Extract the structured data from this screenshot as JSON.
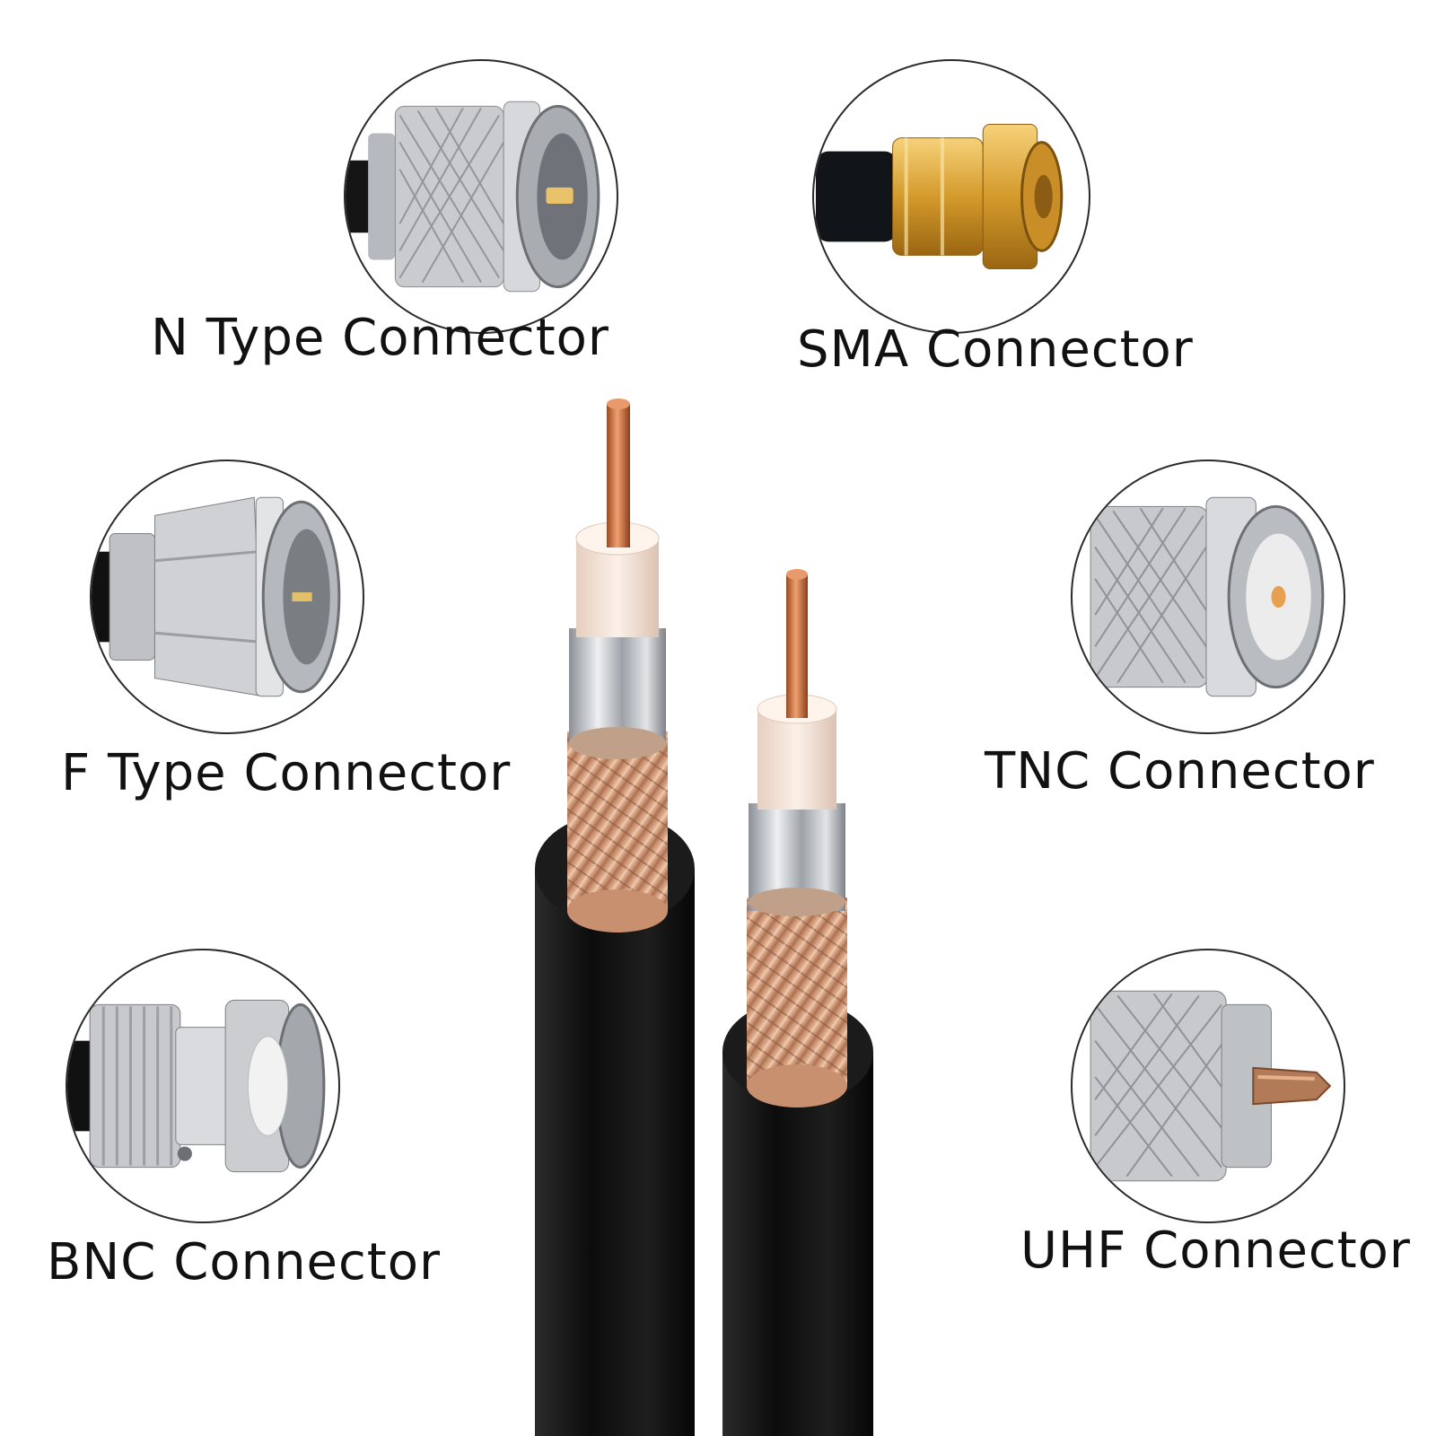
{
  "connectors": [
    {
      "id": "n-type",
      "label": "N Type Connector",
      "finish": "silver"
    },
    {
      "id": "sma",
      "label": "SMA Connector",
      "finish": "gold"
    },
    {
      "id": "f-type",
      "label": "F Type Connector",
      "finish": "silver"
    },
    {
      "id": "tnc",
      "label": "TNC Connector",
      "finish": "silver"
    },
    {
      "id": "bnc",
      "label": "BNC Connector",
      "finish": "silver"
    },
    {
      "id": "uhf",
      "label": "UHF Connector",
      "finish": "silver"
    }
  ],
  "colors": {
    "jacket": "#141414",
    "braid": "#d9a07c",
    "foil": "#b8bcc2",
    "dielectric": "#f4e2d6",
    "copper": "#c46a38",
    "gold": "#d49a2c",
    "silver": "#c9cbce",
    "circle_border": "#2a2a2a"
  }
}
